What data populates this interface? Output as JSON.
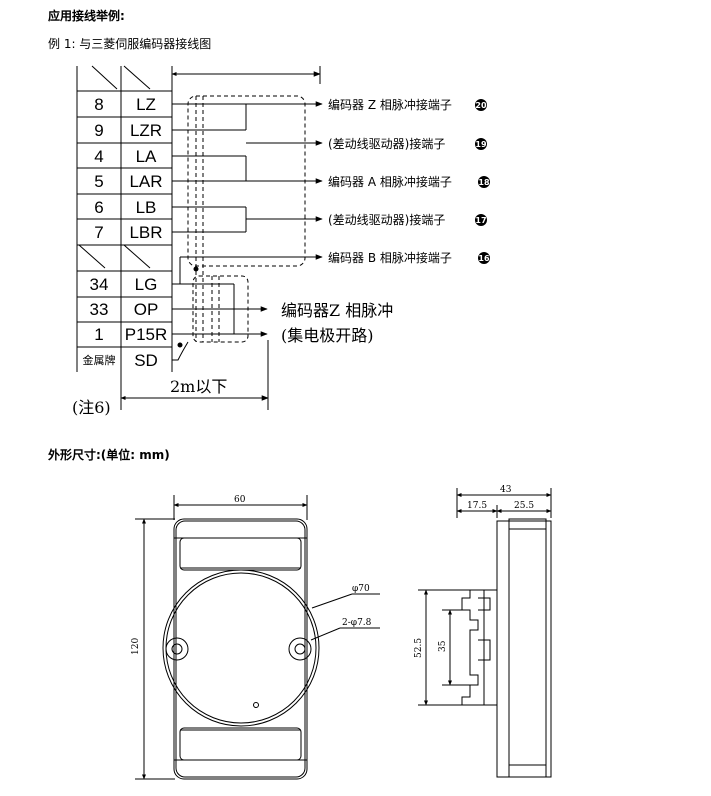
{
  "section_heading": "应用接线举例:",
  "example_title": "例 1: 与三菱伺服编码器接线图",
  "wiring": {
    "rows": [
      {
        "pin": "8",
        "signal": "LZ"
      },
      {
        "pin": "9",
        "signal": "LZR"
      },
      {
        "pin": "4",
        "signal": "LA"
      },
      {
        "pin": "5",
        "signal": "LAR"
      },
      {
        "pin": "6",
        "signal": "LB"
      },
      {
        "pin": "7",
        "signal": "LBR"
      },
      {
        "pin": "34",
        "signal": "LG"
      },
      {
        "pin": "33",
        "signal": "OP"
      },
      {
        "pin": "1",
        "signal": "P15R"
      },
      {
        "pin": "金属牌",
        "signal": "SD"
      }
    ],
    "outputs": [
      {
        "text": "编码器 Z 相脉冲接端子",
        "num": "20"
      },
      {
        "text": "(差动线驱动器)接端子",
        "num": "19"
      },
      {
        "text": "编码器 A 相脉冲接端子",
        "num": "18"
      },
      {
        "text": "(差动线驱动器)接端子",
        "num": "17"
      },
      {
        "text": "编码器 B 相脉冲接端子",
        "num": "16"
      }
    ],
    "open_collector_line1": "编码器Z 相脉冲",
    "open_collector_line2": "(集电极开路)",
    "cable_length": "2m以下",
    "note": "(注6)"
  },
  "dimensions_heading": "外形尺寸:(单位: mm)",
  "front_view": {
    "width_label": "60",
    "height_label": "120",
    "dia_label": "φ70",
    "hole_label": "2-φ7.8"
  },
  "side_view": {
    "total_label": "43",
    "left_label": "17.5",
    "right_label": "25.5",
    "outer_height_label": "52.5",
    "inner_height_label": "35"
  }
}
